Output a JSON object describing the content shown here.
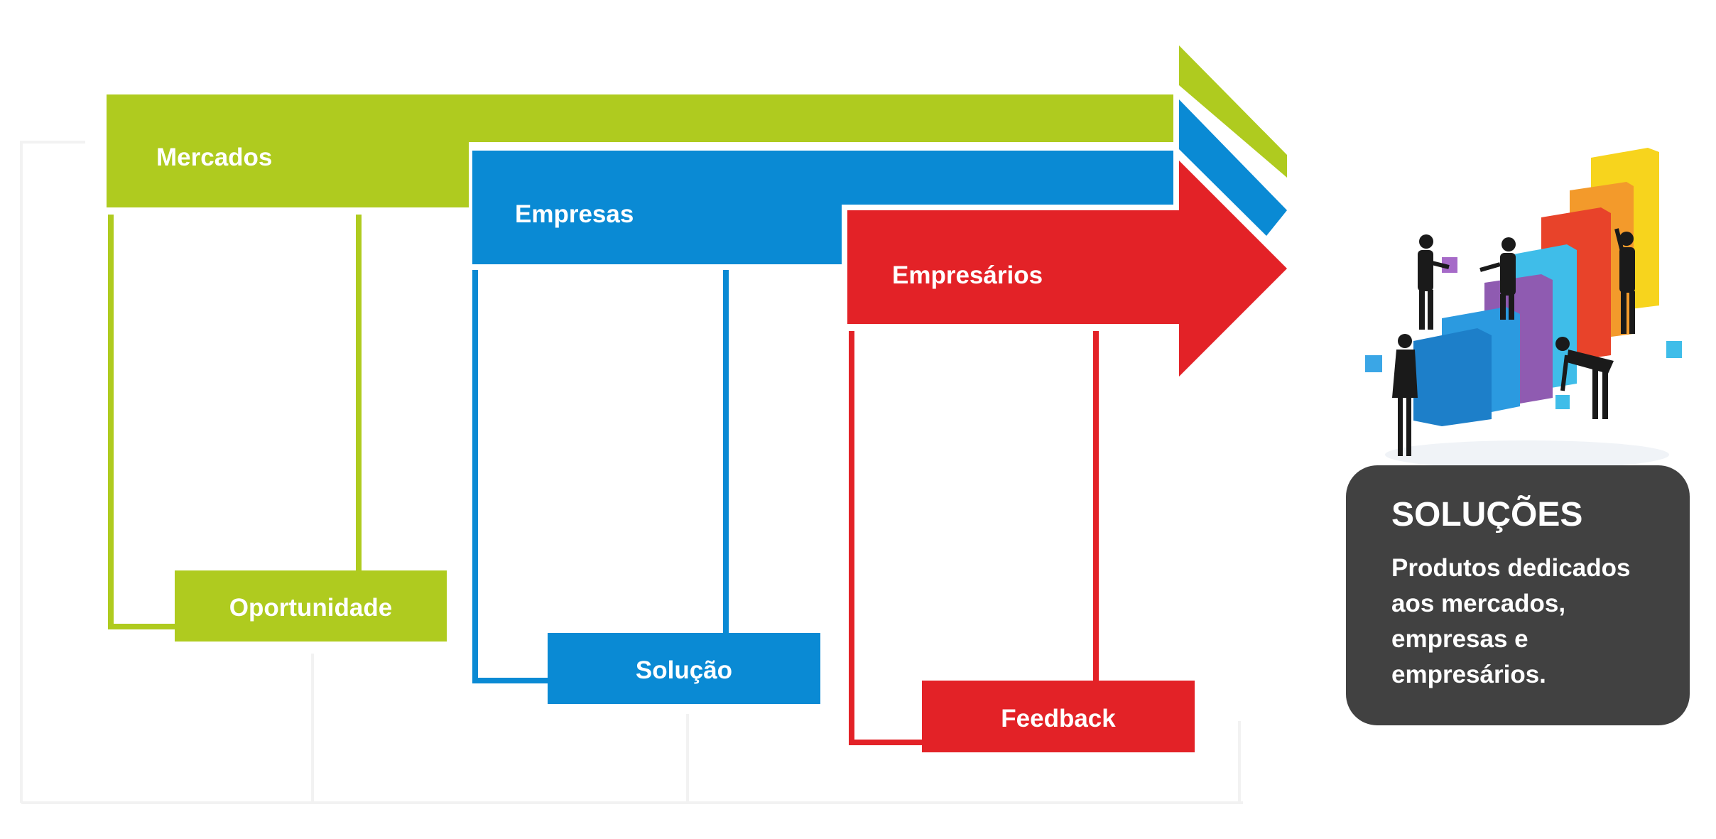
{
  "colors": {
    "green": "#afcb1f",
    "blue": "#0a8ad4",
    "red": "#e32227",
    "panel": "#414141",
    "text": "#ffffff"
  },
  "bands": {
    "mercados": "Mercados",
    "empresas": "Empresas",
    "empresarios": "Empresários"
  },
  "boxes": {
    "oportunidade": "Oportunidade",
    "solucao": "Solução",
    "feedback": "Feedback"
  },
  "panel": {
    "title": "SOLUÇÕES",
    "text": "Produtos dedicados aos mercados, empresas e empresários."
  },
  "illustration": "business-people-building-bar-chart-blocks"
}
